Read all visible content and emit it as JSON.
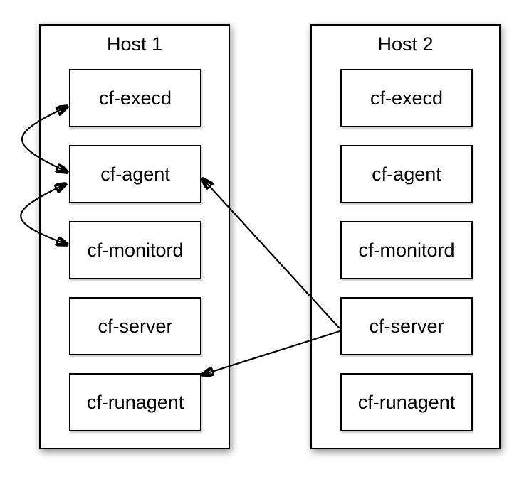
{
  "hosts": [
    {
      "title": "Host 1",
      "components": [
        "cf-execd",
        "cf-agent",
        "cf-monitord",
        "cf-server",
        "cf-runagent"
      ]
    },
    {
      "title": "Host 2",
      "components": [
        "cf-execd",
        "cf-agent",
        "cf-monitord",
        "cf-server",
        "cf-runagent"
      ]
    }
  ],
  "connections": [
    {
      "from": "Host 1 / cf-execd",
      "to": "Host 1 / cf-agent",
      "style": "curved",
      "bidirectional": true
    },
    {
      "from": "Host 1 / cf-agent",
      "to": "Host 1 / cf-monitord",
      "style": "curved",
      "bidirectional": true
    },
    {
      "from": "Host 2 / cf-server",
      "to": "Host 1 / cf-agent",
      "style": "straight",
      "bidirectional": false
    },
    {
      "from": "Host 2 / cf-server",
      "to": "Host 1 / cf-runagent",
      "style": "straight",
      "bidirectional": false
    }
  ],
  "colors": {
    "line": "#000000",
    "box_border": "#000000",
    "box_fill": "#ffffff",
    "background": "#ffffff",
    "text": "#000000"
  }
}
